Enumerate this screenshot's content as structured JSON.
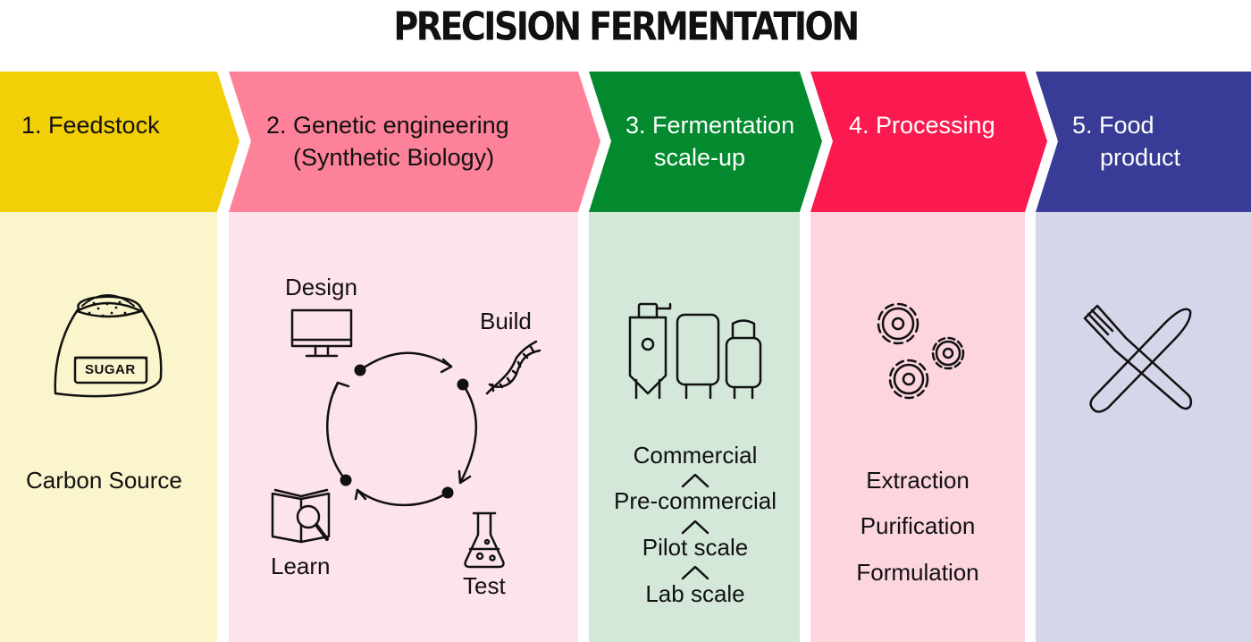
{
  "title": "PRECISION FERMENTATION",
  "colors": {
    "feedstock_header": "#f2cf06",
    "feedstock_body": "#faf5cc",
    "genetic_header": "#fd8199",
    "genetic_body": "#fde3ea",
    "fermentation_header": "#038a2e",
    "fermentation_body": "#d4e8da",
    "processing_header": "#fb1a4f",
    "processing_body": "#fcd5df",
    "food_header": "#383c96",
    "food_body": "#d6d6ea"
  },
  "stages": [
    {
      "header_lines": [
        "1.  Feedstock"
      ],
      "icon": "sugar-sack-icon",
      "sack_label": "SUGAR",
      "items": [
        "Carbon Source"
      ]
    },
    {
      "header_lines": [
        "2. Genetic engineering",
        "(Synthetic Biology)"
      ],
      "cycle": [
        {
          "label": "Design",
          "icon": "monitor-icon"
        },
        {
          "label": "Build",
          "icon": "dna-icon"
        },
        {
          "label": "Test",
          "icon": "flask-icon"
        },
        {
          "label": "Learn",
          "icon": "book-magnifier-icon"
        }
      ]
    },
    {
      "header_lines": [
        "3. Fermentation",
        "scale-up"
      ],
      "icon": "fermentation-tanks-icon",
      "items": [
        "Commercial",
        "Pre-commercial",
        "Pilot scale",
        "Lab scale"
      ]
    },
    {
      "header_lines": [
        "4. Processing"
      ],
      "icon": "gears-icon",
      "items": [
        "Extraction",
        "Purification",
        "Formulation"
      ]
    },
    {
      "header_lines": [
        "5. Food",
        "product"
      ],
      "icon": "fork-knife-icon"
    }
  ]
}
